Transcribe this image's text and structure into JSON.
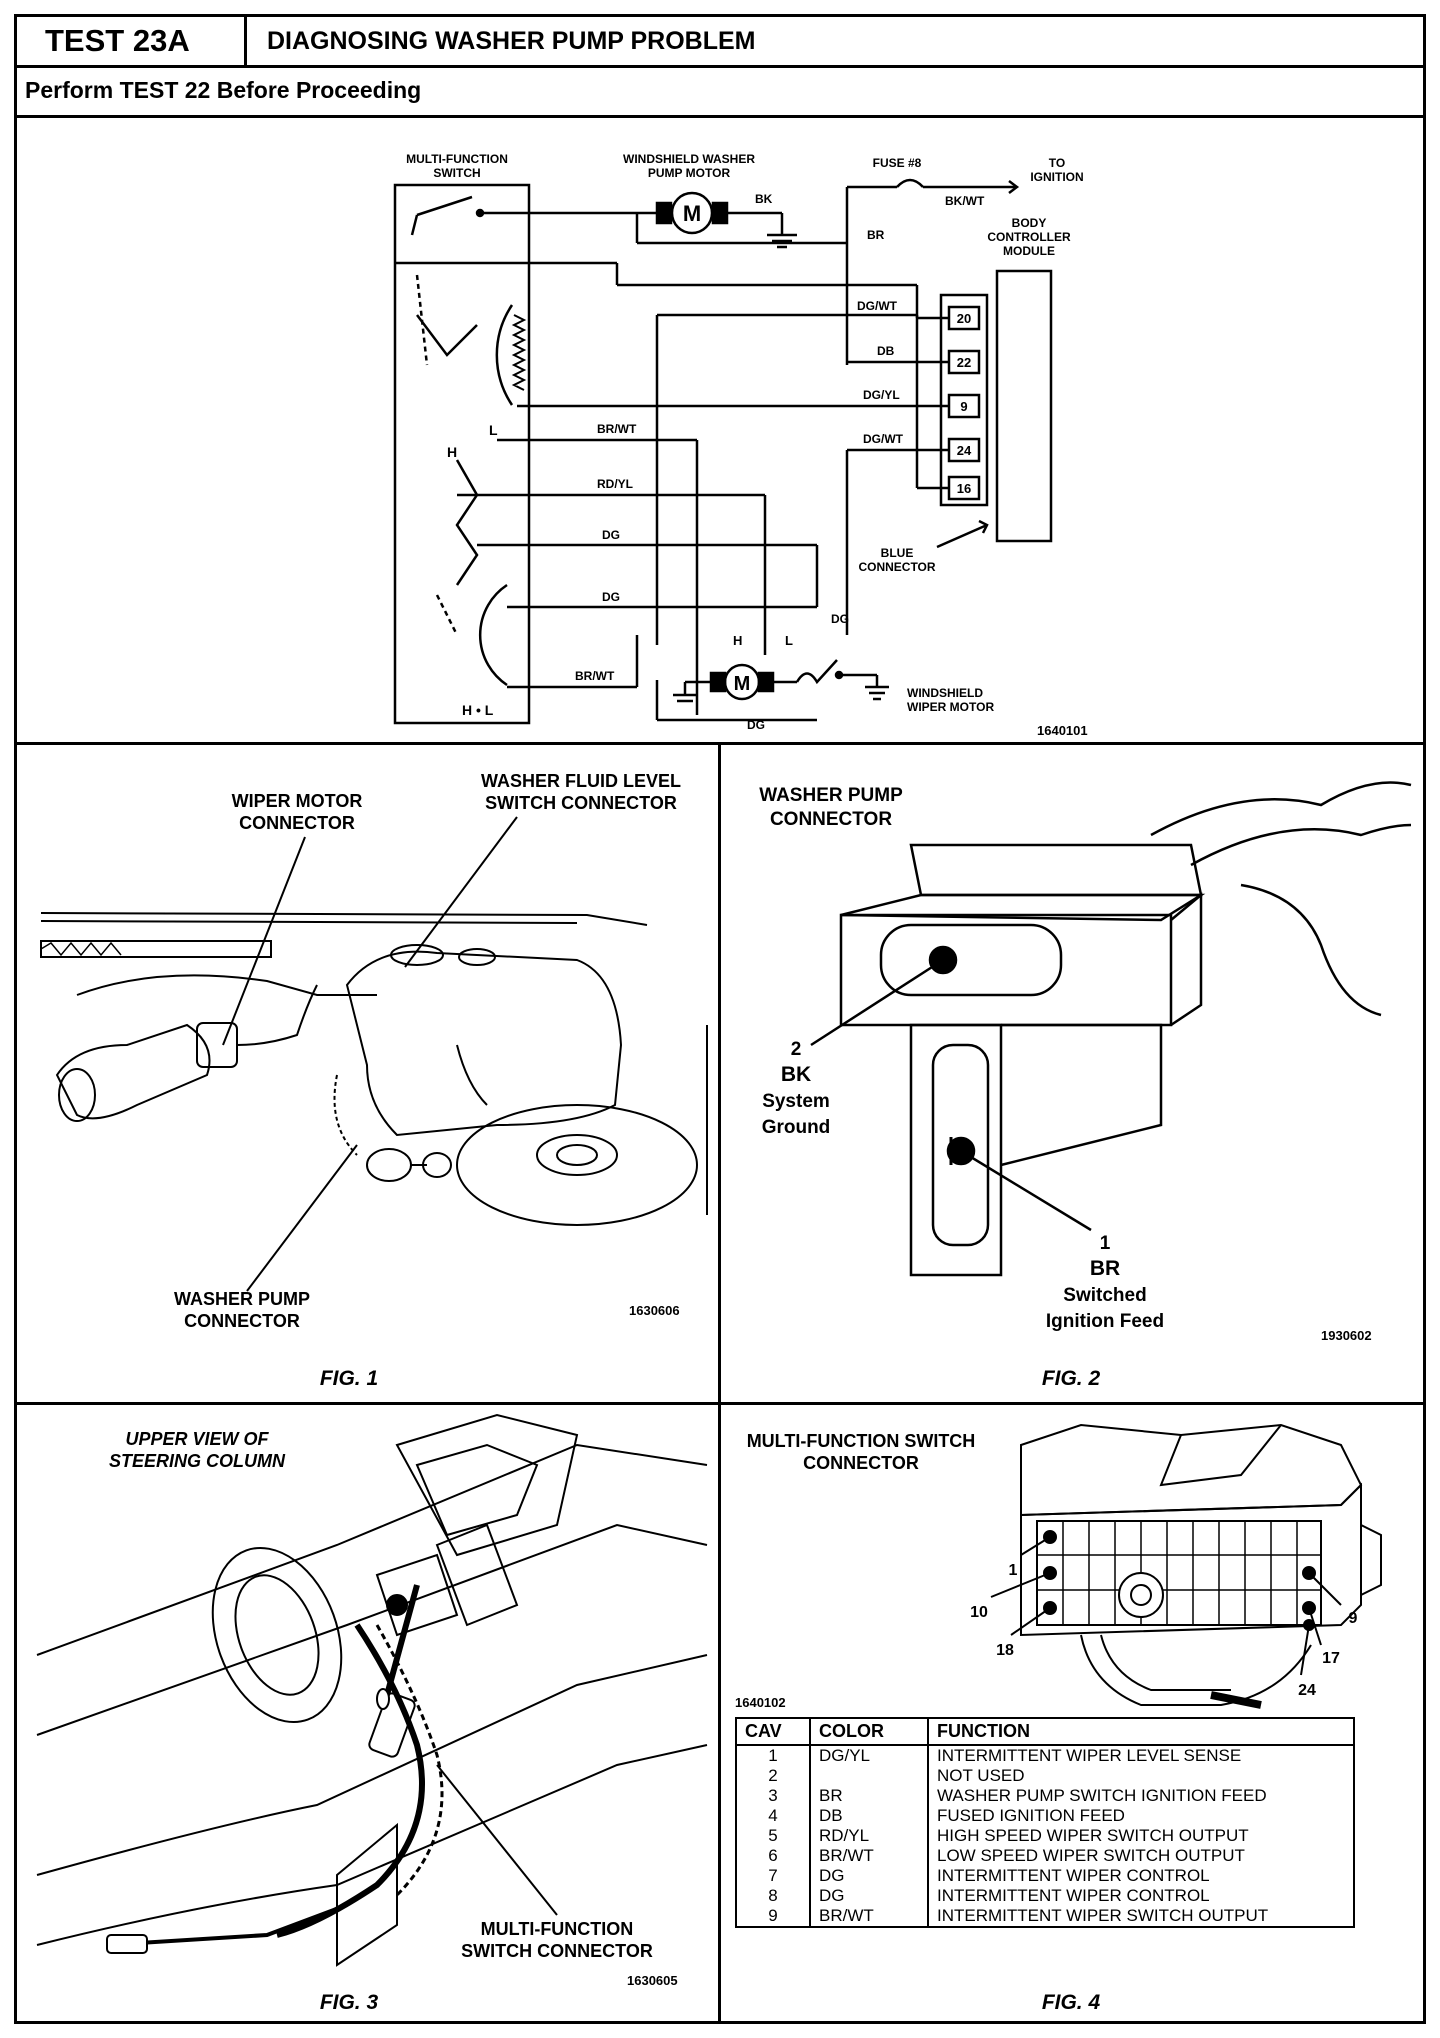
{
  "header": {
    "test_id": "TEST 23A",
    "title": "DIAGNOSING WASHER PUMP PROBLEM",
    "prerequisite": "Perform TEST 22 Before Proceeding"
  },
  "schematic": {
    "labels": {
      "mfs_1": "MULTI-FUNCTION",
      "mfs_2": "SWITCH",
      "washer_motor_1": "WINDSHIELD WASHER",
      "washer_motor_2": "PUMP MOTOR",
      "fuse": "FUSE #8",
      "to_ign_1": "TO",
      "to_ign_2": "IGNITION",
      "bcm_1": "BODY",
      "bcm_2": "CONTROLLER",
      "bcm_3": "MODULE",
      "blue_conn_1": "BLUE",
      "blue_conn_2": "CONNECTOR",
      "wiper_motor_1": "WINDSHIELD",
      "wiper_motor_2": "WIPER MOTOR",
      "motor_symbol": "M",
      "h": "H",
      "l": "L",
      "hl_bottom": "H • L"
    },
    "wires": {
      "bk": "BK",
      "bk_wt": "BK/WT",
      "br": "BR",
      "dg_wt": "DG/WT",
      "db": "DB",
      "dg_yl": "DG/YL",
      "dg_wt_2": "DG/WT",
      "br_wt": "BR/WT",
      "rd_yl": "RD/YL",
      "dg_1": "DG",
      "dg_2": "DG",
      "dg_3": "DG",
      "br_wt_2": "BR/WT",
      "dg_4": "DG"
    },
    "pins": [
      "20",
      "22",
      "9",
      "24",
      "16"
    ],
    "code": "1640101"
  },
  "fig1": {
    "caption": "FIG. 1",
    "wiper_conn_1": "WIPER MOTOR",
    "wiper_conn_2": "CONNECTOR",
    "fluid_1": "WASHER FLUID LEVEL",
    "fluid_2": "SWITCH CONNECTOR",
    "pump_1": "WASHER PUMP",
    "pump_2": "CONNECTOR",
    "code": "1630606"
  },
  "fig2": {
    "caption": "FIG. 2",
    "title_1": "WASHER PUMP",
    "title_2": "CONNECTOR",
    "pin2_num": "2",
    "pin2_color": "BK",
    "pin2_func_1": "System",
    "pin2_func_2": "Ground",
    "pin1_num": "1",
    "pin1_color": "BR",
    "pin1_func_1": "Switched",
    "pin1_func_2": "Ignition Feed",
    "code": "1930602"
  },
  "fig3": {
    "caption": "FIG. 3",
    "view_1": "UPPER VIEW OF",
    "view_2": "STEERING COLUMN",
    "conn_1": "MULTI-FUNCTION",
    "conn_2": "SWITCH CONNECTOR",
    "code": "1630605"
  },
  "fig4": {
    "caption": "FIG. 4",
    "title_1": "MULTI-FUNCTION SWITCH",
    "title_2": "CONNECTOR",
    "callouts": {
      "c1": "1",
      "c10": "10",
      "c18": "18",
      "c9": "9",
      "c17": "17",
      "c24": "24"
    },
    "code": "1640102",
    "table": {
      "headers": [
        "CAV",
        "COLOR",
        "FUNCTION"
      ],
      "rows": [
        [
          "1",
          "DG/YL",
          "INTERMITTENT WIPER LEVEL SENSE"
        ],
        [
          "2",
          "",
          "NOT USED"
        ],
        [
          "3",
          "BR",
          "WASHER PUMP SWITCH IGNITION FEED"
        ],
        [
          "4",
          "DB",
          "FUSED IGNITION FEED"
        ],
        [
          "5",
          "RD/YL",
          "HIGH SPEED WIPER SWITCH OUTPUT"
        ],
        [
          "6",
          "BR/WT",
          "LOW SPEED WIPER SWITCH OUTPUT"
        ],
        [
          "7",
          "DG",
          "INTERMITTENT WIPER CONTROL"
        ],
        [
          "8",
          "DG",
          "INTERMITTENT WIPER CONTROL"
        ],
        [
          "9",
          "BR/WT",
          "INTERMITTENT WIPER SWITCH OUTPUT"
        ]
      ]
    }
  }
}
